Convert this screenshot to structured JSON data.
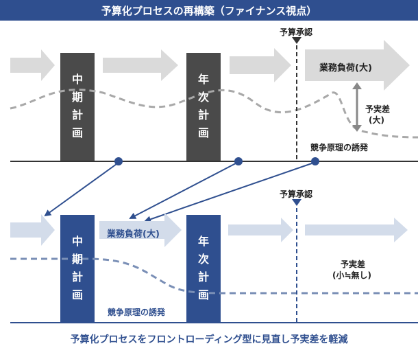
{
  "title": "予算化プロセスの再構築（ファイナンス視点）",
  "top": {
    "block1_chars": [
      "中",
      "期",
      "計",
      "画"
    ],
    "block2_chars": [
      "年",
      "次",
      "計",
      "画"
    ],
    "approval_label": "予算承認",
    "burden_label": "業務負荷(大)",
    "variance_label_line1": "予実差",
    "variance_label_line2": "(大)",
    "game_label": "競争原理の誘発"
  },
  "bottom": {
    "block1_chars": [
      "中",
      "期",
      "計",
      "画"
    ],
    "block2_chars": [
      "年",
      "次",
      "計",
      "画"
    ],
    "approval_label": "予算承認",
    "burden_label": "業務負荷(大)",
    "variance_label_line1": "予実差",
    "variance_label_line2": "(小≒無し)",
    "game_label": "競争原理の誘発"
  },
  "caption": "予算化プロセスをフロントローディング型に見直し予実差を軽減",
  "colors": {
    "dark_block": "#4a4a4a",
    "blue_block": "#2f4f8f",
    "grey_arrow": "#dadada",
    "blue_arrow": "#d3dcea",
    "grey_dash": "#a8a8a8",
    "blue_dash": "#7a8fb6"
  }
}
